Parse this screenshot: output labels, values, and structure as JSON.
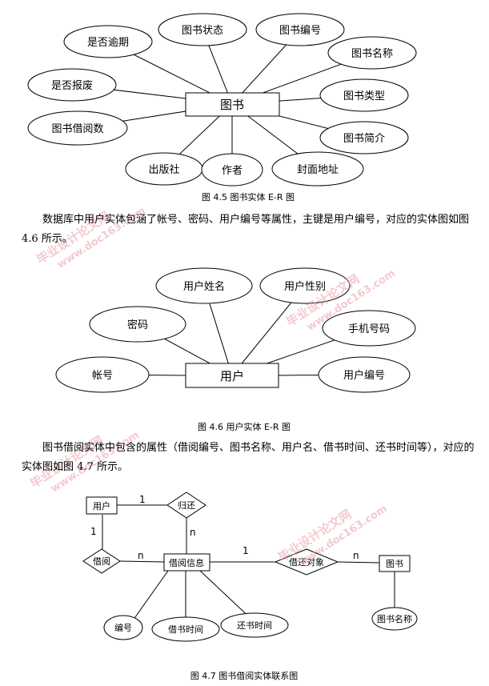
{
  "figure1": {
    "entity": "图书",
    "attributes": [
      "是否逾期",
      "图书状态",
      "图书编号",
      "图书名称",
      "是否报废",
      "图书类型",
      "图书借阅数",
      "图书简介",
      "出版社",
      "作者",
      "封面地址"
    ],
    "caption": "图 4.5 图书实体 E-R 图"
  },
  "paragraph1": "数据库中用户实体包涵了帐号、密码、用户编号等属性，主键是用户编号，对应的实体图如图 4.6 所示。",
  "figure2": {
    "entity": "用户",
    "attributes": [
      "用户姓名",
      "用户性别",
      "密码",
      "手机号码",
      "帐号",
      "用户编号"
    ],
    "caption": "图 4.6 用户实体 E-R 图"
  },
  "paragraph2": "图书借阅实体中包含的属性（借阅编号、图书名称、用户名、借书时间、还书时间等），对应的实体图如图 4.7 所示。",
  "figure3": {
    "entities": [
      "用户",
      "借阅信息",
      "图书"
    ],
    "relations": [
      "归还",
      "借阅",
      "借还对象"
    ],
    "attributes": [
      "编号",
      "借书时间",
      "还书时间",
      "图书名称"
    ],
    "cardinalities": [
      "1",
      "1",
      "n",
      "n",
      "1",
      "n"
    ],
    "caption": "图 4.7 图书借阅实体联系图"
  },
  "watermark": {
    "line1": "毕业设计论文网",
    "line2": "www.doc163.com"
  }
}
